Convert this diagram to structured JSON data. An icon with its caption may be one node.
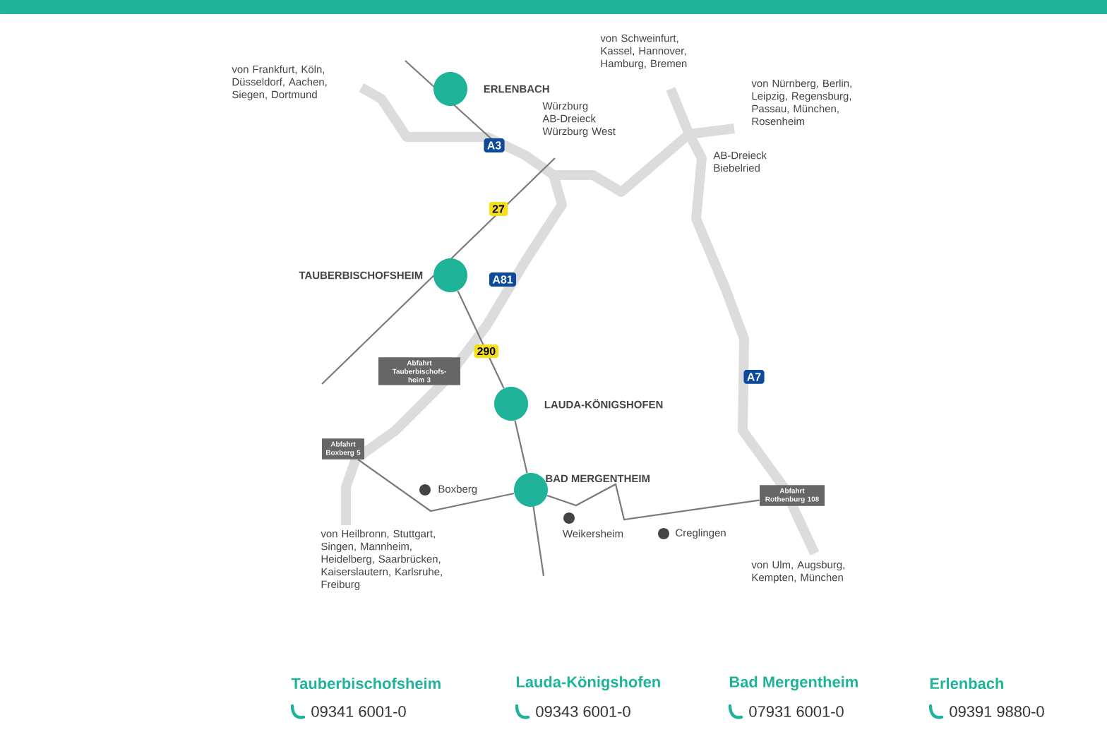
{
  "diagram": {
    "nodes": [
      {
        "text": [],
        "shape": "circle",
        "beside": [
          "ERLENBACH"
        ]
      },
      {
        "text": [],
        "shape": "circle",
        "beside": [
          "TAUBERBISCHOFSHEIM"
        ]
      },
      {
        "text": [
          "Abfahrt Tauberbischofs-heim 3"
        ]
      },
      {
        "text": [],
        "shape": "circle",
        "beside": [
          "LAUDA-KÖNIGSHOFEN"
        ]
      },
      {
        "text": [
          "Abfahrt Boxberg 5"
        ]
      },
      {
        "text": [],
        "shape": "circle",
        "beside": [
          "BAD MERGENTHEIM"
        ]
      },
      {
        "text": [
          "Abfahrt Rothenburg 108"
        ]
      }
    ],
    "edges": [
      {
        "from": 1,
        "to": 3,
        "arrow": "none",
        "label": "290"
      },
      {
        "from": 3,
        "to": 5,
        "arrow": "none"
      },
      {
        "from": 4,
        "to": 5,
        "arrow": "none"
      },
      {
        "from": 5,
        "to": 6,
        "arrow": "none"
      }
    ],
    "labels": [
      "von Frankfurt, Köln, Düsseldorf, Aachen, Siegen, Dortmund",
      "von Schweinfurt, Kassel, Hannover, Hamburg, Bremen",
      "Würzburg AB-Dreieck Würzburg West",
      "A3",
      "von Nürnberg, Berlin, Leipzig, Regensburg, Passau, München, Rosenheim",
      "AB-Dreieck Biebelried",
      "27",
      "A81",
      "A7",
      "Boxberg",
      "Weikersheim",
      "Creglingen",
      "von Heilbronn, Stuttgart, Singen, Mannheim, Heidelberg, Saarbrücken, Kaiserslautern, Karlsruhe, Freiburg",
      "von Ulm, Augsburg, Kempten, München",
      "Tauberbischofsheim",
      "09341 6001-0",
      "Lauda-Königshofen",
      "09343 6001-0",
      "Bad Mergentheim",
      "07931 6001-0",
      "Erlenbach",
      "09391 9880-0"
    ]
  }
}
